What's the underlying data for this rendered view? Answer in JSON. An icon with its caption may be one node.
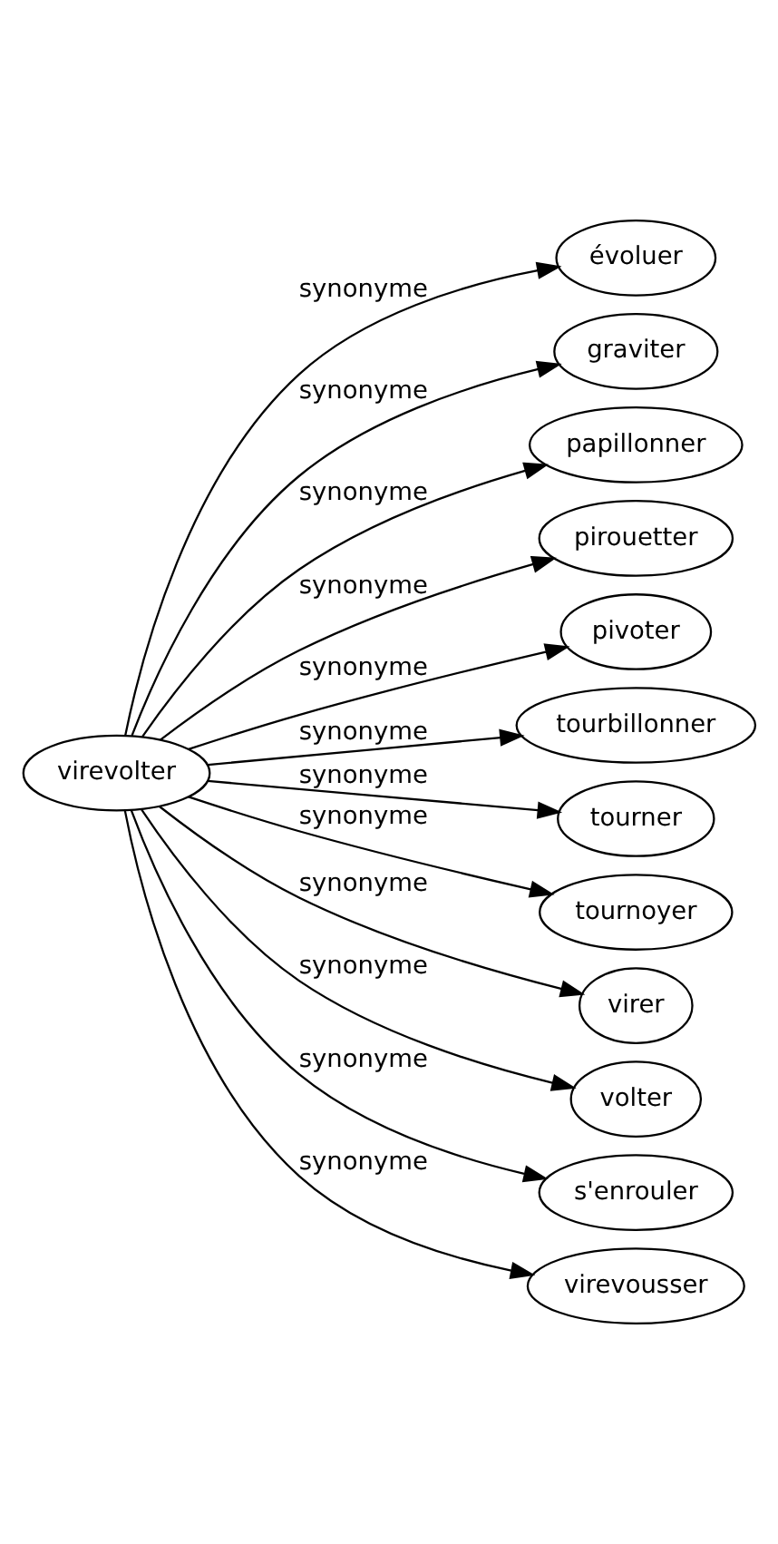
{
  "diagram": {
    "nodes": [
      {
        "text": [
          "virevolter"
        ]
      },
      {
        "text": [
          "évoluer"
        ]
      },
      {
        "text": [
          "graviter"
        ]
      },
      {
        "text": [
          "papillonner"
        ]
      },
      {
        "text": [
          "pirouetter"
        ]
      },
      {
        "text": [
          "pivoter"
        ]
      },
      {
        "text": [
          "tourbillonner"
        ]
      },
      {
        "text": [
          "tourner"
        ]
      },
      {
        "text": [
          "tournoyer"
        ]
      },
      {
        "text": [
          "virer"
        ]
      },
      {
        "text": [
          "volter"
        ]
      },
      {
        "text": [
          "s'enrouler"
        ]
      },
      {
        "text": [
          "virevousser"
        ]
      }
    ],
    "edges": [
      {
        "from": 0,
        "to": 1,
        "arrow": "to",
        "label": "synonyme"
      },
      {
        "from": 0,
        "to": 2,
        "arrow": "to",
        "label": "synonyme"
      },
      {
        "from": 0,
        "to": 3,
        "arrow": "to",
        "label": "synonyme"
      },
      {
        "from": 0,
        "to": 4,
        "arrow": "to",
        "label": "synonyme"
      },
      {
        "from": 0,
        "to": 5,
        "arrow": "to",
        "label": "synonyme"
      },
      {
        "from": 0,
        "to": 6,
        "arrow": "to",
        "label": "synonyme"
      },
      {
        "from": 0,
        "to": 7,
        "arrow": "to",
        "label": "synonyme"
      },
      {
        "from": 0,
        "to": 8,
        "arrow": "to",
        "label": "synonyme"
      },
      {
        "from": 0,
        "to": 9,
        "arrow": "to",
        "label": "synonyme"
      },
      {
        "from": 0,
        "to": 10,
        "arrow": "to",
        "label": "synonyme"
      },
      {
        "from": 0,
        "to": 11,
        "arrow": "to",
        "label": "synonyme"
      },
      {
        "from": 0,
        "to": 12,
        "arrow": "to",
        "label": "synonyme"
      }
    ]
  }
}
